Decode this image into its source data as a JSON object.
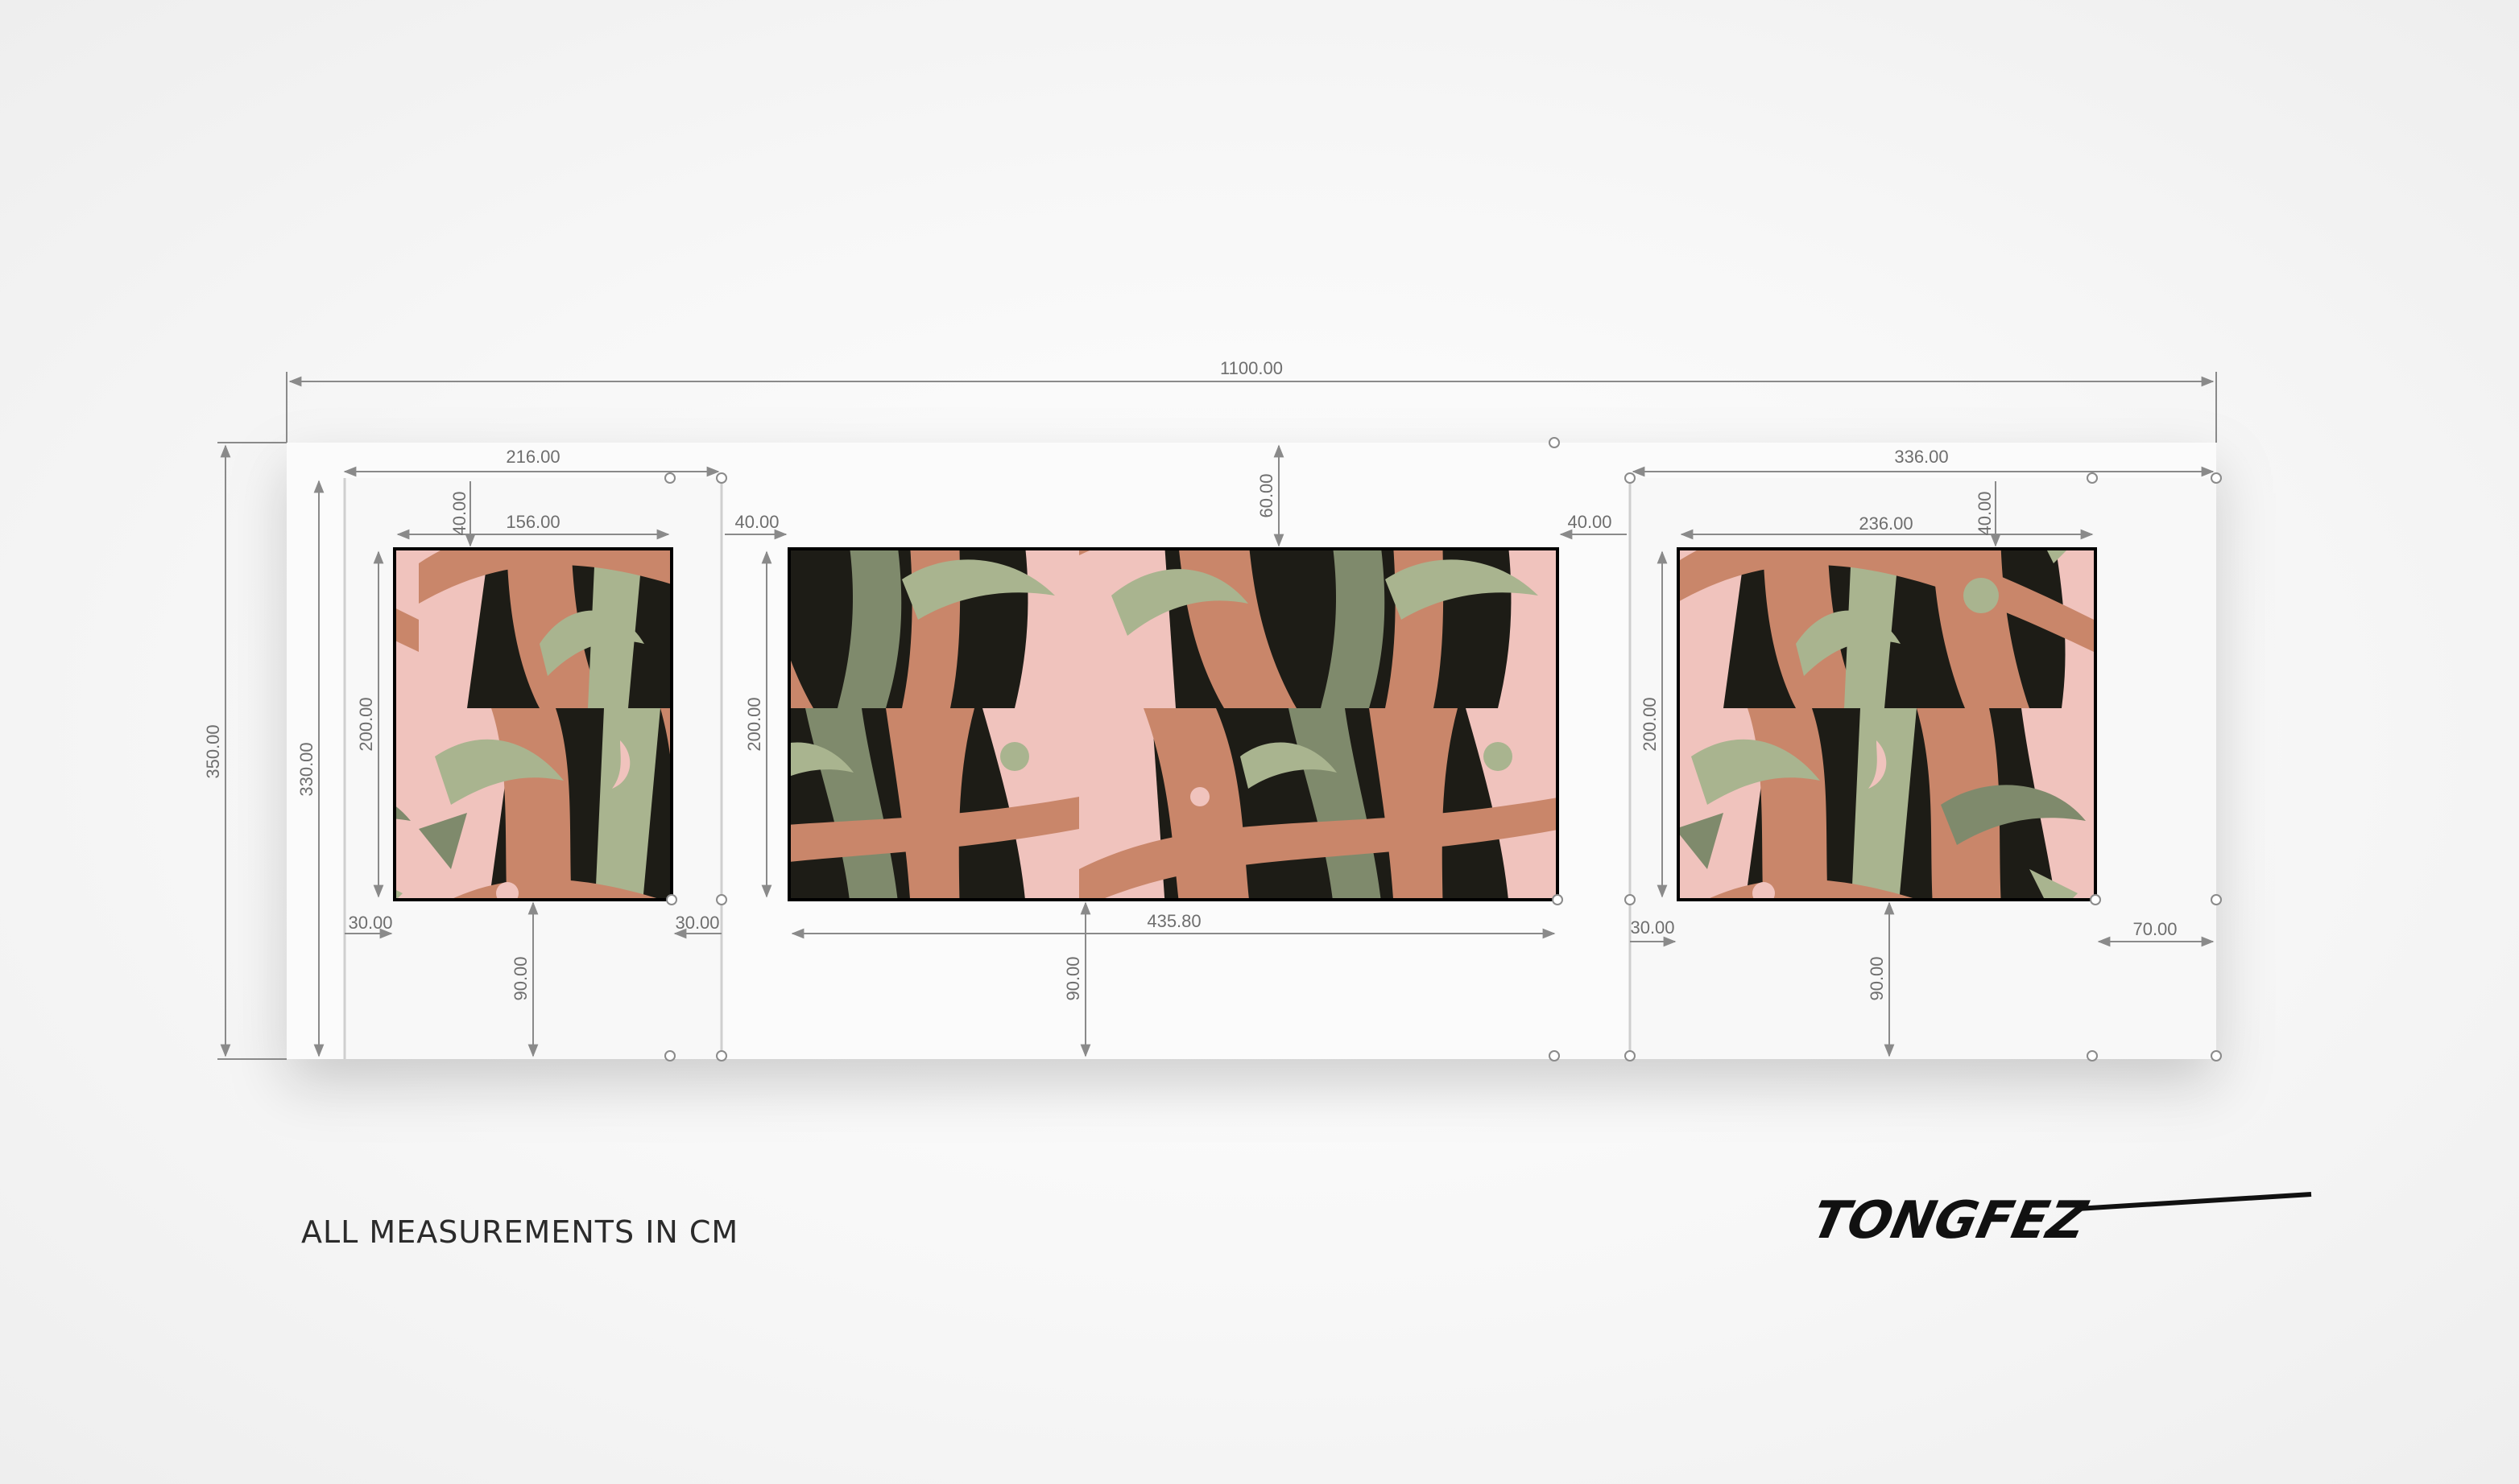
{
  "dimensions": {
    "total_width": "1100.00",
    "total_height": "350.00",
    "left_panel_height": "330.00",
    "left_panel_width": "216.00",
    "left_art_width": "156.00",
    "left_top_margin": "40.00",
    "left_art_height": "200.00",
    "left_side_margin_left": "30.00",
    "left_side_margin_right": "30.00",
    "left_bottom_margin": "90.00",
    "center_side_margin_left": "40.00",
    "center_side_margin_right": "40.00",
    "center_top_margin": "60.00",
    "center_art_height": "200.00",
    "center_art_width": "435.80",
    "center_bottom_margin": "90.00",
    "right_panel_width": "336.00",
    "right_art_width": "236.00",
    "right_top_margin": "40.00",
    "right_art_height": "200.00",
    "right_side_margin_left": "30.00",
    "right_side_margin_right": "70.00",
    "right_bottom_margin": "90.00"
  },
  "note": "ALL MEASUREMENTS IN CM",
  "signature": "TONGFEZ",
  "colors": {
    "art_salmon": "#c9866a",
    "art_pink": "#f0c3bd",
    "art_sage": "#a9b48f",
    "art_olive": "#7f8a6c",
    "art_dark": "#1d1c16",
    "wall": "#fbfbfb",
    "dimension": "#8a8a8a"
  }
}
